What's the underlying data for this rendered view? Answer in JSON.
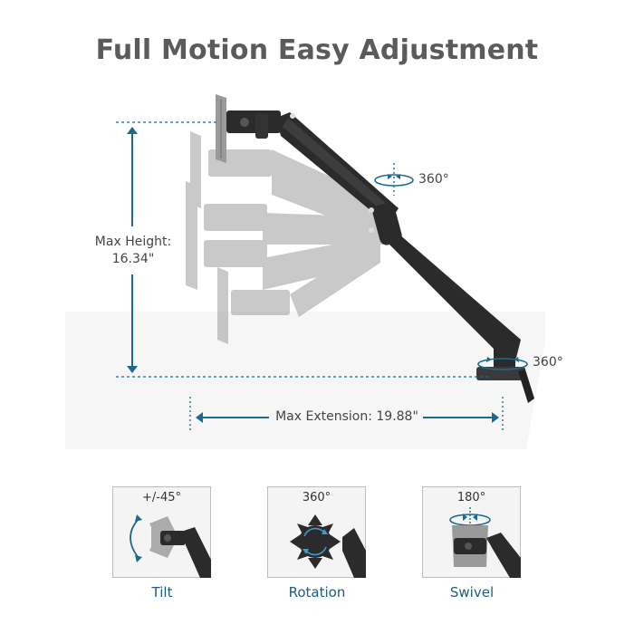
{
  "title": "Full Motion Easy Adjustment",
  "dimensions": {
    "max_height_label": "Max Height:",
    "max_height_value": "16.34\"",
    "max_extension_label": "Max Extension: 19.88\""
  },
  "rotation_callouts": [
    {
      "position": "arm-joint",
      "label": "360°"
    },
    {
      "position": "base",
      "label": "360°"
    }
  ],
  "features": [
    {
      "name": "Tilt",
      "degree": "+/-45°"
    },
    {
      "name": "Rotation",
      "degree": "360°"
    },
    {
      "name": "Swivel",
      "degree": "180°"
    }
  ],
  "colors": {
    "accent": "#1d6a8f",
    "title": "#5b5b5b",
    "arm": "#2b2b2b",
    "ghost_arm": "#9a9a9a"
  }
}
